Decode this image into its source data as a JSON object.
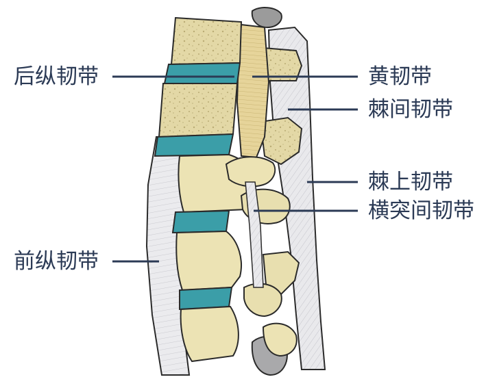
{
  "labels": {
    "posterior_longitudinal": "后纵韧带",
    "anterior_longitudinal": "前纵韧带",
    "ligamentum_flavum": "黄韧带",
    "interspinous": "棘间韧带",
    "supraspinous": "棘上韧带",
    "intertransverse": "横突间韧带"
  },
  "colors": {
    "label_text": "#2b3a55",
    "leader_line": "#2b3a55",
    "bone": "#ece3b4",
    "bone_cut": "#ddd3a2",
    "disc": "#3b9ea8",
    "ligament": "#e8e8ea",
    "outline": "#2a2a2a"
  }
}
